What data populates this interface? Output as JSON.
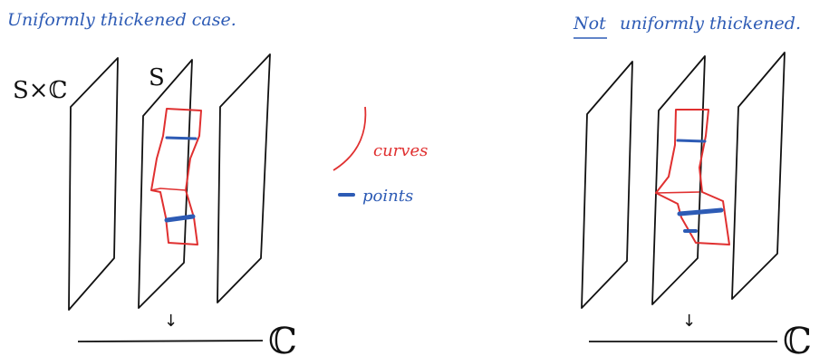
{
  "colors": {
    "ink": "#111111",
    "blue": "#2d5bb5",
    "red": "#e03030"
  },
  "left_panel": {
    "title": "Uniformly thickened case.",
    "label_product": "S×ℂ",
    "label_fiber": "S",
    "down_arrow": "↓",
    "base_symbol": "ℂ"
  },
  "legend": {
    "curves_label": "curves",
    "points_label": "points"
  },
  "right_panel": {
    "title_not": "Not",
    "title_rest": "uniformly thickened.",
    "down_arrow": "↓",
    "base_symbol": "ℂ"
  }
}
